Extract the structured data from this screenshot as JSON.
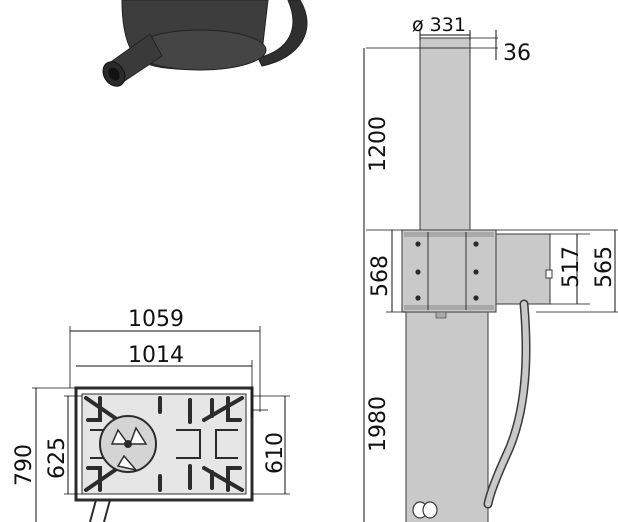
{
  "colors": {
    "steel": "#c9c9c9",
    "steel_dark": "#a9a9a9",
    "outline": "#3a3a3a",
    "cone": "#3b3b3b",
    "base_dark": "#2c2c2c"
  },
  "icons": {
    "nozzle": "nozzle-icon",
    "base_plate": "base-plate-icon"
  },
  "dimensions": {
    "diameter": "ø 331",
    "top_thickness": "36",
    "top_height": "1200",
    "box_height": "568",
    "side_box_inner": "517",
    "side_box_outer": "565",
    "lower_height": "1980",
    "base_width_outer": "1059",
    "base_width_inner": "1014",
    "base_depth_outer": "790",
    "base_depth_inner": "625",
    "base_depth_right": "610"
  }
}
